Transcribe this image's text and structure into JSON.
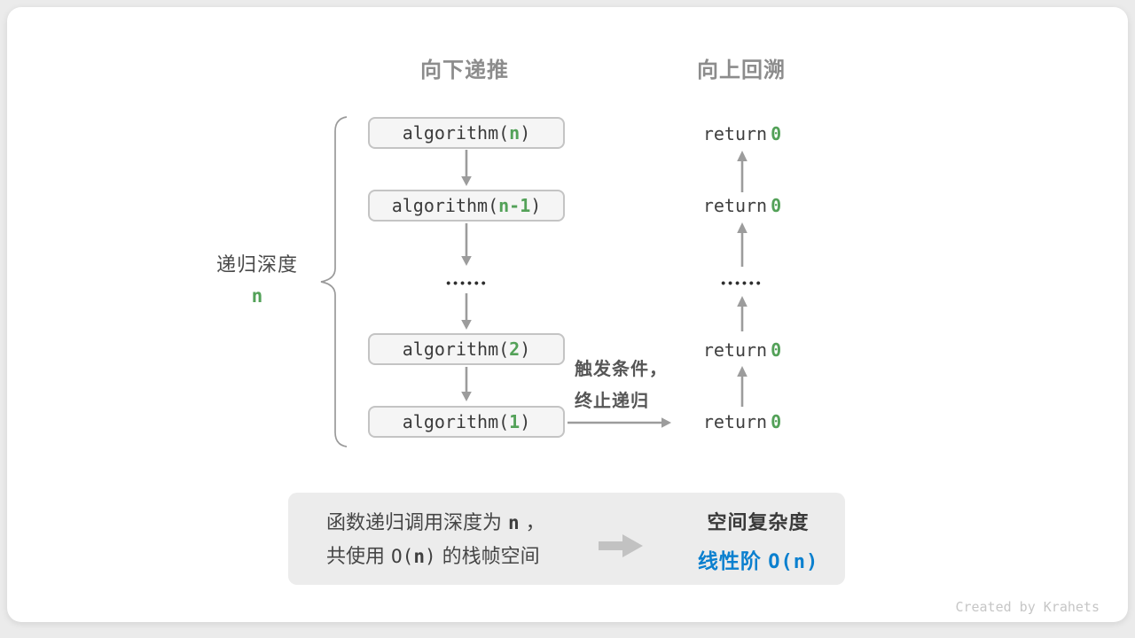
{
  "colors": {
    "accent_green": "#53a158",
    "accent_blue": "#0b80cf",
    "box_fill": "#f5f5f5",
    "box_border": "#c4c4c4",
    "arrow_gray": "#9c9c9c",
    "summary_fill": "#ececec",
    "header_gray": "#8c8c8c"
  },
  "headers": {
    "downward": "向下递推",
    "upward": "向上回溯"
  },
  "depth_label": {
    "text": "递归深度",
    "value": "n"
  },
  "frames": [
    {
      "pre": "algorithm(",
      "arg": "n",
      "post": ")"
    },
    {
      "pre": "algorithm(",
      "arg": "n-1",
      "post": ")"
    },
    {
      "pre": "algorithm(",
      "arg": "2",
      "post": ")"
    },
    {
      "pre": "algorithm(",
      "arg": "1",
      "post": ")"
    }
  ],
  "ellipsis": "••••••",
  "returns": [
    {
      "kw": "return",
      "val": "0"
    },
    {
      "kw": "return",
      "val": "0"
    },
    {
      "kw": "return",
      "val": "0"
    },
    {
      "kw": "return",
      "val": "0"
    }
  ],
  "base_case": {
    "line1": "触发条件，",
    "line2": "终止递归"
  },
  "summary": {
    "l1a": "函数递归调用深度为",
    "l1b": "n",
    "l1c": "，",
    "l2a": "共使用",
    "l2b": "O(",
    "l2c": "n",
    "l2d": ")",
    "l2e": "的栈帧空间",
    "conclusion_title": "空间复杂度",
    "conclusion_label": "线性阶",
    "conclusion_value": "O(n)"
  },
  "credit": "Created by Krahets"
}
